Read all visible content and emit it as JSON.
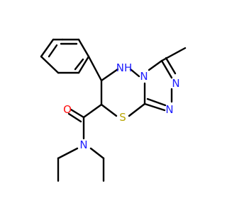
{
  "molecule": {
    "atoms": {
      "n_ring_h": {
        "symbol": "N",
        "h": "H",
        "color": "#2020ff"
      },
      "n_bridge": {
        "symbol": "N",
        "color": "#2020ff"
      },
      "n_triazole_upper": {
        "symbol": "N",
        "color": "#2020ff"
      },
      "n_triazole_lower": {
        "symbol": "N",
        "color": "#2020ff"
      },
      "n_amide": {
        "symbol": "N",
        "color": "#2020ff"
      },
      "o_carbonyl": {
        "symbol": "O",
        "color": "#ff0d0d"
      },
      "s_ring": {
        "symbol": "S",
        "color": "#b8a400"
      }
    }
  }
}
